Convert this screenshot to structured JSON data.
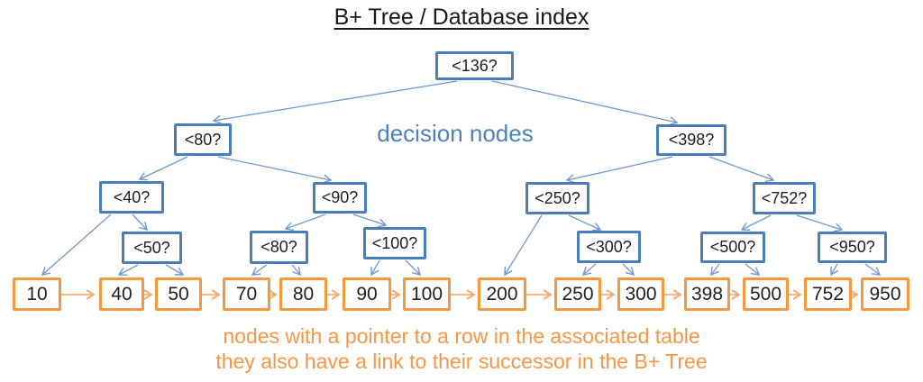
{
  "title": "B+ Tree / Database index",
  "annotations": {
    "decision_nodes_label": "decision nodes",
    "caption_line1": "nodes with a pointer to a row in the associated table",
    "caption_line2": "they also have a link to their successor in the B+ Tree"
  },
  "colors": {
    "decision-border": "#4a7ebb",
    "decision-label": "#4f81bd",
    "connector-blue": "#6f99d0",
    "leaf-border": "#f7983f",
    "leaf-link": "#f9a25f",
    "caption-orange": "#f79646",
    "node-text": "#1f1f1f",
    "title-text": "#1a1a1a",
    "background": "#ffffff"
  },
  "tree": {
    "decision_nodes": {
      "d136": {
        "label": "<136?"
      },
      "d80": {
        "label": "<80?"
      },
      "d398": {
        "label": "<398?"
      },
      "d40": {
        "label": "<40?"
      },
      "d90": {
        "label": "<90?"
      },
      "d250": {
        "label": "<250?"
      },
      "d752": {
        "label": "<752?"
      },
      "d50": {
        "label": "<50?"
      },
      "d80b": {
        "label": "<80?"
      },
      "d100": {
        "label": "<100?"
      },
      "d300": {
        "label": "<300?"
      },
      "d500": {
        "label": "<500?"
      },
      "d950": {
        "label": "<950?"
      }
    },
    "leaf_nodes": {
      "l10": {
        "label": "10"
      },
      "l40": {
        "label": "40"
      },
      "l50": {
        "label": "50"
      },
      "l70": {
        "label": "70"
      },
      "l80": {
        "label": "80"
      },
      "l90": {
        "label": "90"
      },
      "l100": {
        "label": "100"
      },
      "l200": {
        "label": "200"
      },
      "l250": {
        "label": "250"
      },
      "l300": {
        "label": "300"
      },
      "l398": {
        "label": "398"
      },
      "l500": {
        "label": "500"
      },
      "l752": {
        "label": "752"
      },
      "l950": {
        "label": "950"
      }
    },
    "decision_edges": [
      [
        "d136",
        "d80"
      ],
      [
        "d136",
        "d398"
      ],
      [
        "d80",
        "d40"
      ],
      [
        "d80",
        "d90"
      ],
      [
        "d40",
        "l10"
      ],
      [
        "d40",
        "d50"
      ],
      [
        "d50",
        "l40"
      ],
      [
        "d50",
        "l50"
      ],
      [
        "d90",
        "d80b"
      ],
      [
        "d90",
        "d100"
      ],
      [
        "d80b",
        "l70"
      ],
      [
        "d80b",
        "l80"
      ],
      [
        "d100",
        "l90"
      ],
      [
        "d100",
        "l100"
      ],
      [
        "d398",
        "d250"
      ],
      [
        "d398",
        "d752"
      ],
      [
        "d250",
        "l200"
      ],
      [
        "d250",
        "d300"
      ],
      [
        "d300",
        "l250"
      ],
      [
        "d300",
        "l300"
      ],
      [
        "d752",
        "d500"
      ],
      [
        "d752",
        "d950"
      ],
      [
        "d500",
        "l398"
      ],
      [
        "d500",
        "l500"
      ],
      [
        "d950",
        "l752"
      ],
      [
        "d950",
        "l950"
      ]
    ],
    "leaf_successor_links": [
      [
        "l10",
        "l40"
      ],
      [
        "l40",
        "l50"
      ],
      [
        "l50",
        "l70"
      ],
      [
        "l70",
        "l80"
      ],
      [
        "l80",
        "l90"
      ],
      [
        "l90",
        "l100"
      ],
      [
        "l100",
        "l200"
      ],
      [
        "l200",
        "l250"
      ],
      [
        "l250",
        "l300"
      ],
      [
        "l300",
        "l398"
      ],
      [
        "l398",
        "l500"
      ],
      [
        "l500",
        "l752"
      ],
      [
        "l752",
        "l950"
      ]
    ]
  }
}
